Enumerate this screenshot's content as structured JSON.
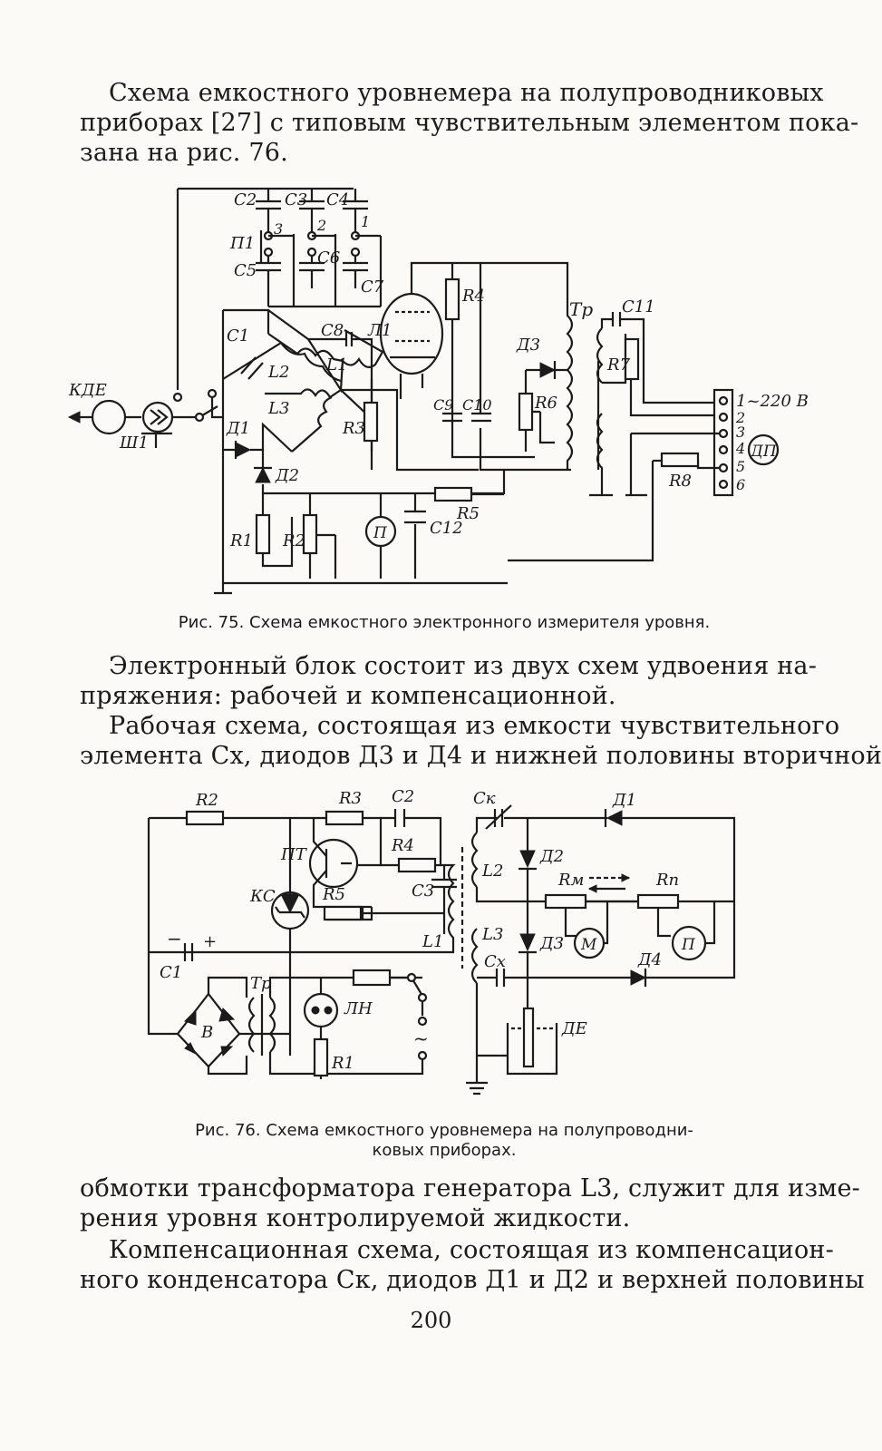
{
  "paragraph1": {
    "lines": [
      "Схема емкостного уровнемера на полупроводниковых",
      "приборах [27] с типовым чувствительным элементом пока-",
      "зана на рис. 76."
    ]
  },
  "figure75": {
    "caption": "Рис. 75. Схема емкостного электронного измерителя уровня.",
    "labels": {
      "c2": "C2",
      "c3": "C3",
      "c4": "C4",
      "c5": "C5",
      "c6": "C6",
      "c7": "C7",
      "c8": "C8",
      "c9": "C9",
      "c10": "C10",
      "c11": "C11",
      "c12": "C12",
      "c1": "C1",
      "p1": "П1",
      "sw3": "3",
      "sw2": "2",
      "sw1": "1",
      "l1": "L1",
      "l2": "L2",
      "l3": "L3",
      "lamp": "Л1",
      "r1": "R1",
      "r2": "R2",
      "r3": "R3",
      "r4": "R4",
      "r5": "R5",
      "r6": "R6",
      "r7": "R7",
      "r8": "R8",
      "d1": "Д1",
      "d2": "Д2",
      "d3": "Д3",
      "tr": "Тр",
      "kde": "КДЕ",
      "sh1": "Ш1",
      "meter": "П",
      "dp": "ДП",
      "t1": "1~220 В",
      "t2": "2",
      "t3": "3",
      "t4": "4",
      "t5": "5",
      "t6": "6"
    }
  },
  "paragraph2": {
    "lines": [
      "Электронный блок состоит из двух схем удвоения на-",
      "пряжения: рабочей и компенсационной."
    ]
  },
  "paragraph3": {
    "lines": [
      "Рабочая схема, состоящая из емкости чувствительного",
      "элемента Cx, диодов Д3 и Д4 и нижней половины вторичной"
    ]
  },
  "figure76": {
    "caption_line1": "Рис. 76. Схема емкостного уровнемера на полупроводни-",
    "caption_line2": "ковых приборах.",
    "labels": {
      "r2": "R2",
      "r3": "R3",
      "c2": "C2",
      "ck": "Cк",
      "d1": "Д1",
      "pt": "ПТ",
      "r4": "R4",
      "c3": "C3",
      "l2": "L2",
      "d2": "Д2",
      "rm": "Rм",
      "rp": "Rп",
      "ks": "КС",
      "r5": "R5",
      "l1": "L1",
      "l3": "L3",
      "m": "М",
      "p": "П",
      "d3": "Д3",
      "d4": "Д4",
      "cx": "Cx",
      "c1": "C1",
      "minus": "−",
      "plus": "+",
      "tr": "Тр",
      "ln": "ЛН",
      "b": "В",
      "r1": "R1",
      "de": "ДЕ",
      "ac": "~"
    }
  },
  "paragraph4": {
    "lines": [
      "обмотки трансформатора генератора L3, служит для изме-",
      "рения уровня контролируемой жидкости."
    ]
  },
  "paragraph5": {
    "lines": [
      "Компенсационная схема, состоящая из компенсацион-",
      "ного конденсатора Cк, диодов Д1 и Д2 и верхней половины"
    ]
  },
  "page_number": "200"
}
